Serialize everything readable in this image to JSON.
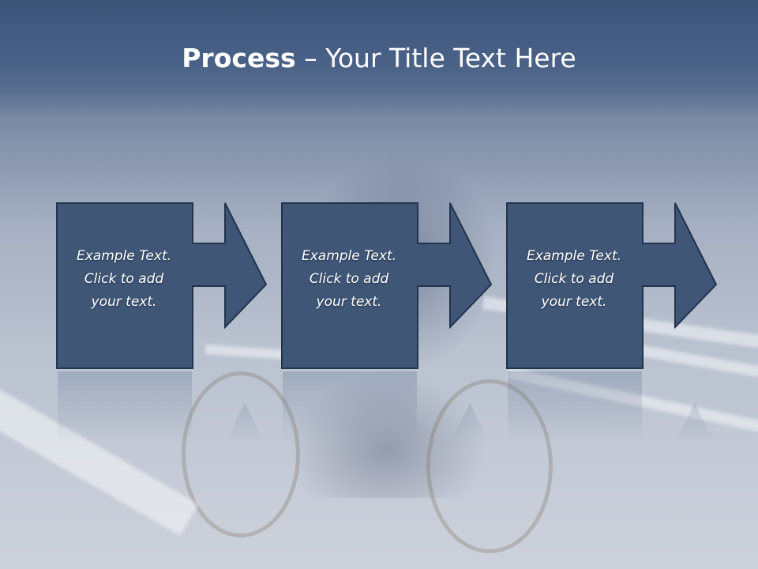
{
  "title": {
    "strong": "Process",
    "rest": " – Your Title Text Here"
  },
  "steps": [
    {
      "line1": "Example Text.",
      "line2": "Click  to add",
      "line3": "your text."
    },
    {
      "line1": "Example Text.",
      "line2": "Click  to add",
      "line3": "your text."
    },
    {
      "line1": "Example Text.",
      "line2": "Click  to add",
      "line3": "your text."
    }
  ],
  "colors": {
    "box_fill": "#3f5677",
    "box_stroke": "#22334d",
    "title_bar": "#3b5478",
    "text": "#ffffff"
  }
}
